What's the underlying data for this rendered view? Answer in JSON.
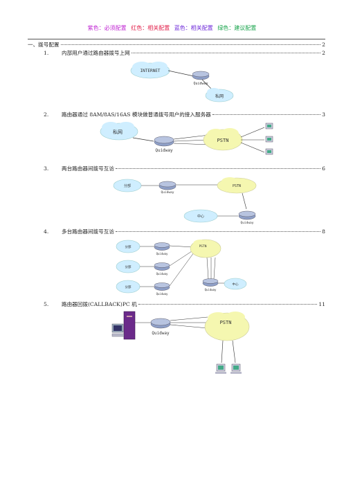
{
  "legend": [
    {
      "text": "紫色：必须配置",
      "color": "#c026d3"
    },
    {
      "text": "红色：相关配置",
      "color": "#e11d48"
    },
    {
      "text": "蓝色：相关配置",
      "color": "#6d28d9"
    },
    {
      "text": "绿色：建议配置",
      "color": "#16a34a"
    }
  ],
  "toc": {
    "section": {
      "label": "一、拨号配置",
      "page": "2"
    },
    "items": [
      {
        "num": "1.",
        "label": "内部用户通过路由器拨号上网",
        "page": "2"
      },
      {
        "num": "2.",
        "label": "路由器通过 8AM/8AS/16AS 模块做普通拨号用户的接入服务器",
        "page": "3"
      },
      {
        "num": "3.",
        "label": "两台路由器间拨号互访",
        "page": "6"
      },
      {
        "num": "4.",
        "label": "多台路由器间拨号互访",
        "page": "8"
      },
      {
        "num": "5.",
        "label": "路由器回拨(CALLBACK)PC 机",
        "page": "11"
      }
    ]
  },
  "diagrams": {
    "d1": {
      "internet": "INTERNET",
      "router": "Quidway",
      "lan": "私网"
    },
    "d2": {
      "lan": "私网",
      "router": "Quidway",
      "pstn": "PSTN"
    },
    "d3": {
      "branch": "分部",
      "router1": "Quidway",
      "pstn": "PSTN",
      "center": "中心",
      "router2": "Quidway"
    },
    "d4": {
      "branch1": "分部",
      "branch2": "分部",
      "branch3": "分部",
      "router1": "Quidway",
      "router2": "Quidway",
      "router3": "Quidway",
      "pstn": "PSTN",
      "center_router": "Quidway",
      "center": "中心"
    },
    "d5": {
      "router": "Quidway",
      "pstn": "PSTN"
    }
  }
}
